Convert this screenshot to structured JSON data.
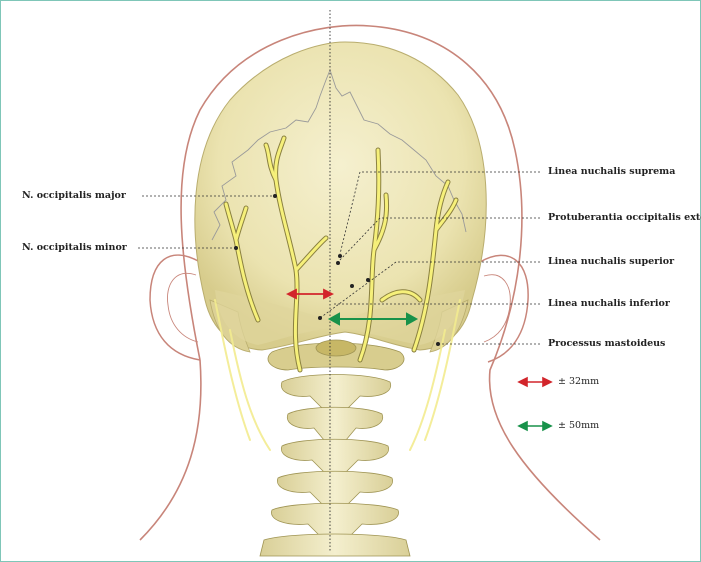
{
  "labels_left": [
    {
      "id": "occipitalis-major",
      "text": "N. occipitalis major"
    },
    {
      "id": "occipitalis-minor",
      "text": "N. occipitalis minor"
    }
  ],
  "labels_right": [
    {
      "id": "linea-nuchalis-suprema",
      "text": "Linea nuchalis suprema"
    },
    {
      "id": "protuberantia",
      "text": "Protuberantia occipitalis externa"
    },
    {
      "id": "linea-nuchalis-superior",
      "text": "Linea nuchalis superior"
    },
    {
      "id": "linea-nuchalis-inferior",
      "text": "Linea nuchalis inferior"
    },
    {
      "id": "processus-mastoideus",
      "text": "Processus mastoideus"
    }
  ],
  "legend": [
    {
      "text": "± 32mm",
      "color": "#d2252b"
    },
    {
      "text": "± 50mm",
      "color": "#18924a"
    }
  ],
  "colors": {
    "skin_line": "#c8857a",
    "bone_fill": "#efe9b9",
    "bone_shade": "#d8cd8e",
    "nerve": "#f6f07a",
    "nerve_outline": "#8a8040",
    "frame": "#7fc6b8"
  }
}
